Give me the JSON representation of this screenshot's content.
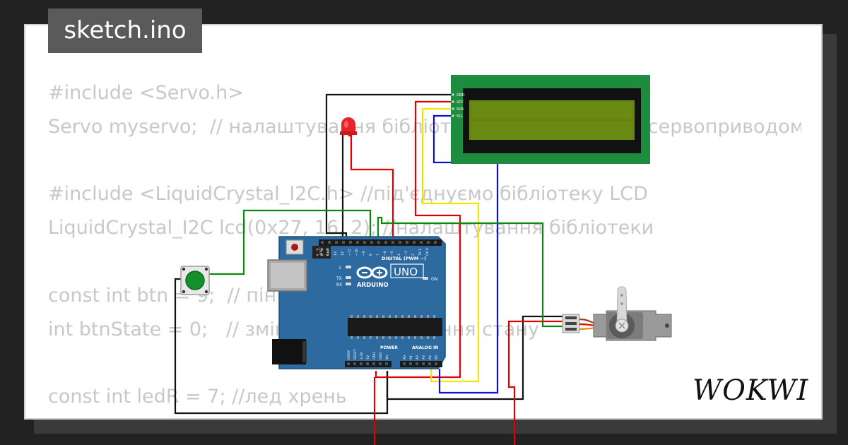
{
  "title": "sketch.ino",
  "code_lines": [
    "#include <Servo.h>",
    "Servo myservo;  // налаштування бібліотеки для керування сервоприводом",
    "",
    "#include <LiquidCrystal_I2C.h> //під'єднуємо бібліотеку LCD",
    "LiquidCrystal_I2C lcd(0x27, 16, 2); //налаштування бібліотеки",
    "",
    "const int btn = 9;  // пін кнопки",
    "int btnState = 0;   // змінна для зчитування стану",
    "",
    "const int ledR = 7; //лед хрень"
  ],
  "arduino": {
    "model": "UNO",
    "brand": "ARDUINO",
    "digital_label": "DIGITAL (PWM ~)",
    "power_label": "POWER",
    "analog_label": "ANALOG IN",
    "on_label": "ON",
    "led_labels": [
      "L",
      "TX",
      "RX"
    ],
    "digital_pins": [
      "AREF",
      "GND",
      "13",
      "12",
      "~11",
      "~10",
      "~9",
      "8",
      "7",
      "~6",
      "~5",
      "4",
      "~3",
      "2",
      "TX 1",
      "RX 0"
    ],
    "power_pins": [
      "IOREF",
      "RESET",
      "3.3V",
      "5V",
      "GND",
      "GND",
      "Vin"
    ],
    "analog_pins": [
      "A0",
      "A1",
      "A2",
      "A3",
      "A4",
      "A5"
    ]
  },
  "lcd": {
    "pins": [
      "GND",
      "VCC",
      "SDA",
      "SCL"
    ],
    "screen_color": "#6b8a12",
    "pcb_color": "#1e8c3e"
  },
  "logo": "WOKWI",
  "colors": {
    "wire_black": "#111111",
    "wire_red": "#e00000",
    "wire_yellow": "#f2e600",
    "wire_blue": "#1010d8",
    "wire_green": "#0a8a0a",
    "board_blue": "#2c6aa0"
  }
}
